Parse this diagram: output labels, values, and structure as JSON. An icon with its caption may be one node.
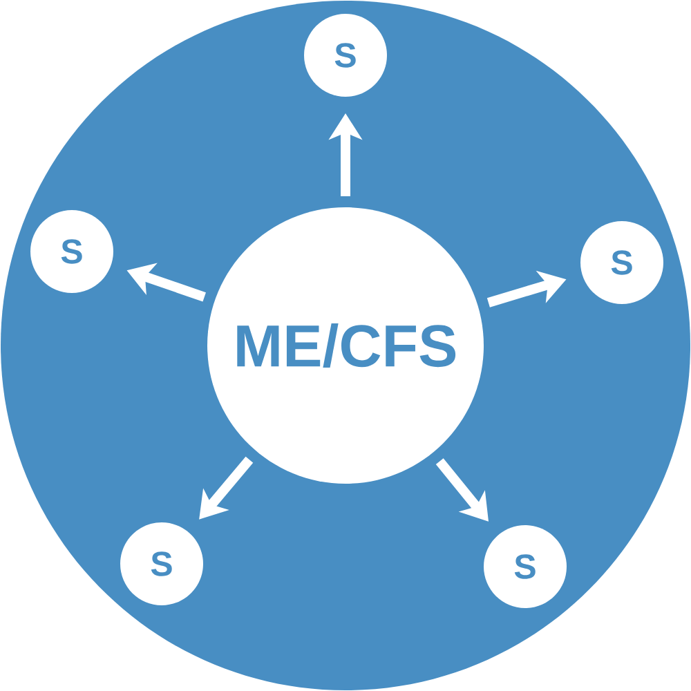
{
  "diagram": {
    "nodes": [
      {
        "text": [],
        "shape": "circle"
      },
      {
        "text": [
          "S"
        ],
        "in": 0
      },
      {
        "text": [
          "S"
        ],
        "in": 0
      },
      {
        "text": [
          "S"
        ],
        "in": 0
      },
      {
        "text": [
          "ME/CFS"
        ],
        "in": 0
      },
      {
        "text": [
          "S"
        ],
        "in": 0
      },
      {
        "text": [
          "S"
        ],
        "in": 0
      }
    ],
    "edges": [
      {
        "from": 4,
        "to": 1,
        "arrow": "to"
      },
      {
        "from": 4,
        "to": 2,
        "arrow": "to"
      },
      {
        "from": 4,
        "to": 3,
        "arrow": "to"
      },
      {
        "from": 4,
        "to": 5,
        "arrow": "to"
      },
      {
        "from": 4,
        "to": 6,
        "arrow": "to"
      }
    ]
  }
}
